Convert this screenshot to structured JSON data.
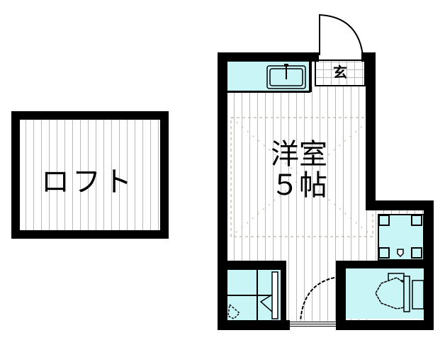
{
  "rooms": {
    "loft": {
      "label": "ロフト"
    },
    "western_room": {
      "label_line1": "洋室",
      "label_line2": "５帖"
    },
    "entrance": {
      "label": "玄"
    }
  },
  "colors": {
    "wall": "#000000",
    "floor_line": "#b8b8b8",
    "wet_area": "#c9f5f7",
    "background": "#ffffff"
  }
}
